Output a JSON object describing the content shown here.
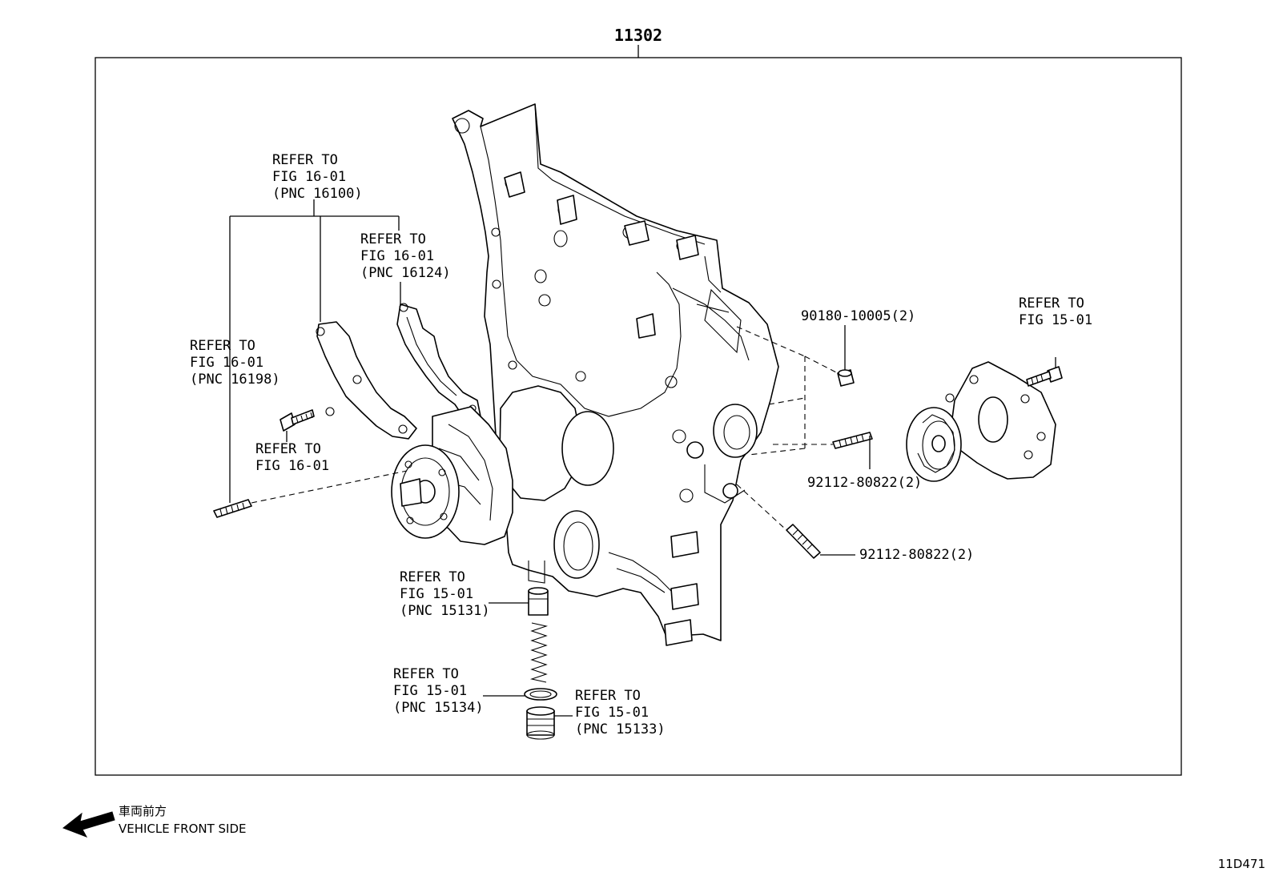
{
  "main_part_number": "11302",
  "callouts": {
    "refer_16100": [
      "REFER TO",
      "FIG 16-01",
      "(PNC 16100)"
    ],
    "refer_16124": [
      "REFER TO",
      "FIG 16-01",
      "(PNC 16124)"
    ],
    "refer_16198": [
      "REFER TO",
      "FIG 16-01",
      "(PNC 16198)"
    ],
    "refer_bolt_16": [
      "REFER TO",
      "FIG 16-01"
    ],
    "refer_15131": [
      "REFER TO",
      "FIG 15-01",
      "(PNC 15131)"
    ],
    "refer_15134": [
      "REFER TO",
      "FIG 15-01",
      "(PNC 15134)"
    ],
    "refer_15133": [
      "REFER TO",
      "FIG 15-01",
      "(PNC 15133)"
    ],
    "refer_15_bolt": [
      "REFER TO",
      "FIG 15-01"
    ]
  },
  "part_numbers": {
    "plug": "90180-10005(2)",
    "stud_upper": "92112-80822(2)",
    "stud_lower": "92112-80822(2)"
  },
  "direction": {
    "japanese": "車両前方",
    "english": "VEHICLE FRONT SIDE"
  },
  "figure_code": "11D471"
}
